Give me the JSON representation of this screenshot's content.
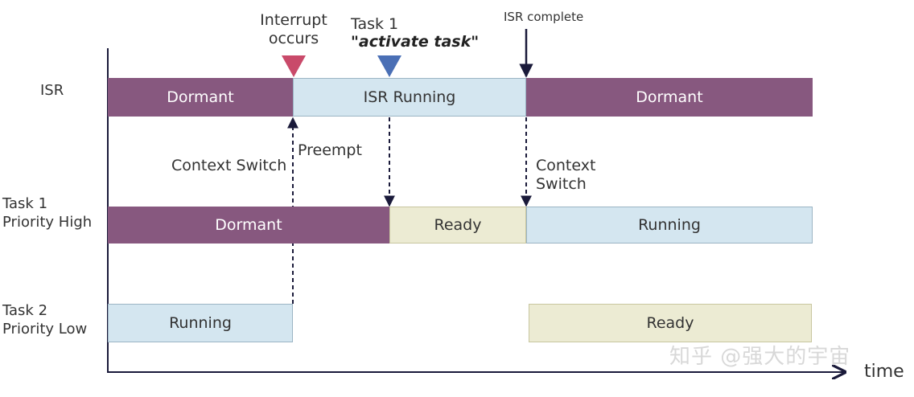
{
  "lanes": {
    "isr": {
      "name": "ISR",
      "bars": [
        "Dormant",
        "ISR Running",
        "Dormant"
      ]
    },
    "task1": {
      "name_line1": "Task 1",
      "name_line2": "Priority High",
      "bars": [
        "Dormant",
        "Ready",
        "Running"
      ]
    },
    "task2": {
      "name_line1": "Task 2",
      "name_line2": "Priority Low",
      "bars": [
        "Running",
        "Ready"
      ]
    }
  },
  "events": {
    "interrupt_line1": "Interrupt",
    "interrupt_line2": "occurs",
    "task1_line1": "Task 1",
    "task1_line2": "\"activate task\"",
    "isr_complete": "ISR complete"
  },
  "annotations": {
    "context_switch_left": "Context Switch",
    "preempt": "Preempt",
    "context_switch_right_line1": "Context",
    "context_switch_right_line2": "Switch"
  },
  "axis": {
    "x_label": "time"
  },
  "watermark": "知乎 @强大的宇宙",
  "colors": {
    "dormant": "#87587f",
    "running": "#d4e6f0",
    "ready": "#ecebd3",
    "interrupt_marker": "#c94a6a",
    "activate_marker": "#4a6fb5",
    "axis": "#1a1a3a"
  }
}
